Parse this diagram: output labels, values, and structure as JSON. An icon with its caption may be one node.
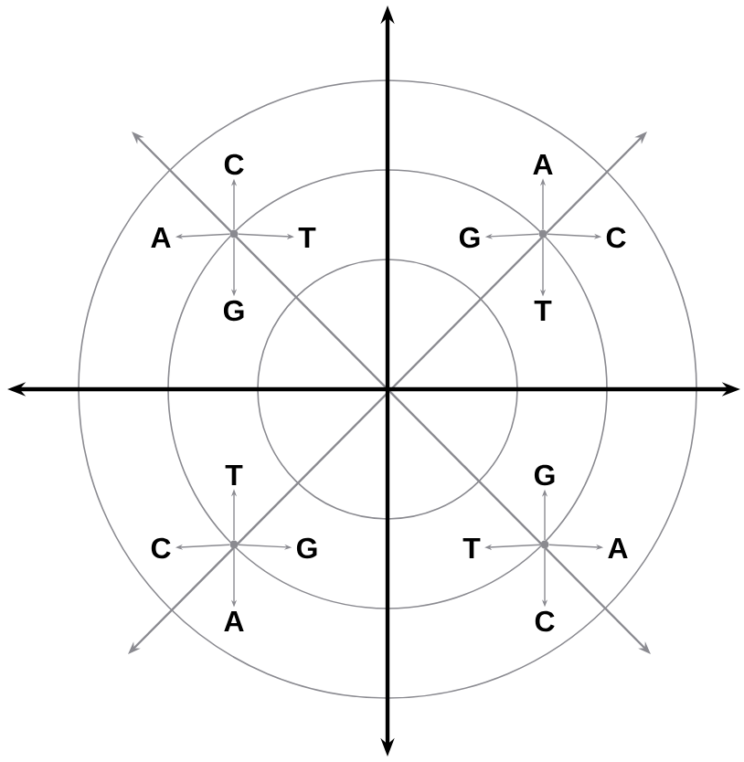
{
  "diagram": {
    "nodes": [
      {
        "text": [],
        "shape": "circle"
      },
      {
        "text": [
          "C"
        ]
      },
      {
        "text": [
          "A"
        ]
      },
      {
        "text": [
          "T"
        ]
      },
      {
        "text": [
          "G"
        ]
      },
      {
        "text": [],
        "shape": "circle"
      },
      {
        "text": [
          "A"
        ]
      },
      {
        "text": [
          "G"
        ]
      },
      {
        "text": [
          "C"
        ]
      },
      {
        "text": [
          "T"
        ]
      },
      {
        "text": [],
        "shape": "circle"
      },
      {
        "text": [
          "T"
        ]
      },
      {
        "text": [
          "C"
        ]
      },
      {
        "text": [
          "G"
        ]
      },
      {
        "text": [
          "A"
        ]
      },
      {
        "text": [],
        "shape": "circle"
      },
      {
        "text": [
          "G"
        ]
      },
      {
        "text": [
          "T"
        ]
      },
      {
        "text": [
          "A"
        ]
      },
      {
        "text": [
          "C"
        ]
      }
    ],
    "edges": [
      {
        "from": 0,
        "to": 1,
        "arrow": "to"
      },
      {
        "from": 0,
        "to": 2,
        "arrow": "to"
      },
      {
        "from": 0,
        "to": 3,
        "arrow": "to"
      },
      {
        "from": 0,
        "to": 4,
        "arrow": "to"
      },
      {
        "from": 5,
        "to": 6,
        "arrow": "to"
      },
      {
        "from": 5,
        "to": 7,
        "arrow": "to"
      },
      {
        "from": 5,
        "to": 8,
        "arrow": "to"
      },
      {
        "from": 5,
        "to": 9,
        "arrow": "to"
      },
      {
        "from": 10,
        "to": 11,
        "arrow": "to"
      },
      {
        "from": 10,
        "to": 12,
        "arrow": "to"
      },
      {
        "from": 10,
        "to": 13,
        "arrow": "to"
      },
      {
        "from": 10,
        "to": 14,
        "arrow": "to"
      },
      {
        "from": 15,
        "to": 16,
        "arrow": "to"
      },
      {
        "from": 15,
        "to": 17,
        "arrow": "to"
      },
      {
        "from": 15,
        "to": 18,
        "arrow": "to"
      },
      {
        "from": 15,
        "to": 19,
        "arrow": "to"
      }
    ]
  }
}
